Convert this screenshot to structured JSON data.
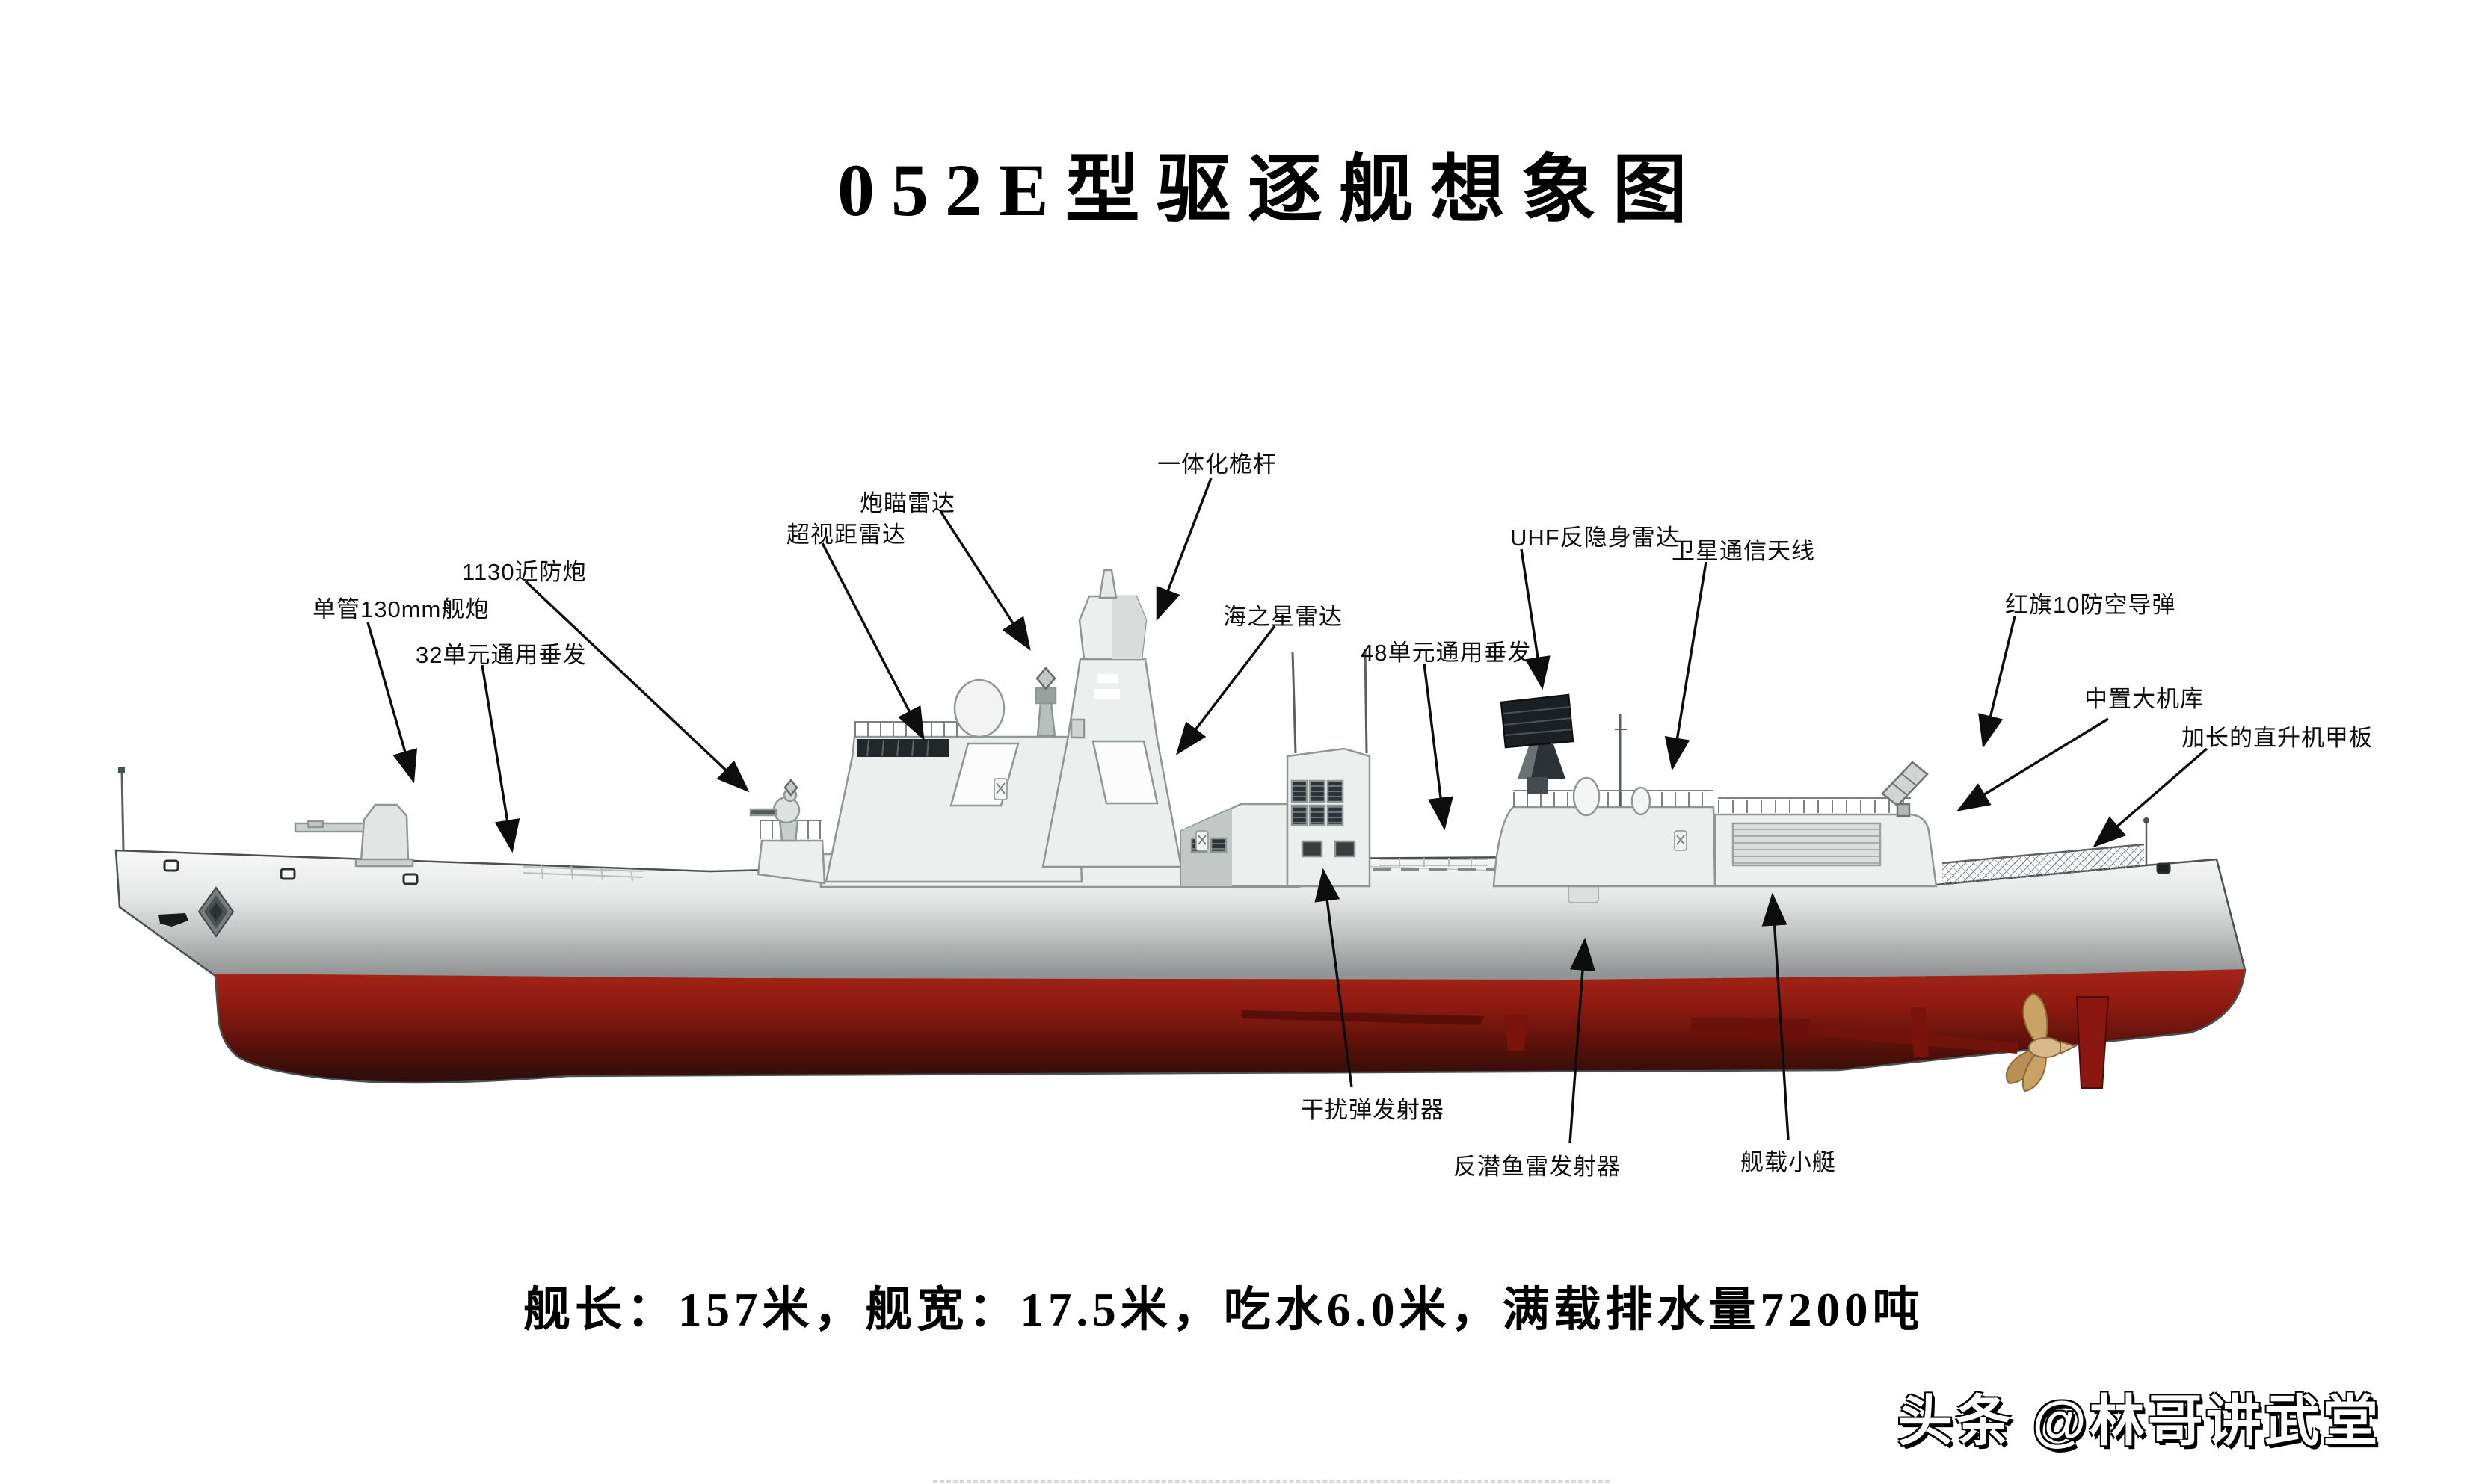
{
  "title": "052E型驱逐舰想象图",
  "spec_line": "舰长：157米，舰宽：17.5米，吃水6.0米，满载排水量7200吨",
  "watermark": "头条 @林哥讲武堂",
  "ship": {
    "type_label": "052E型驱逐舰 (concept side profile)",
    "hull_color_top": "#f5f6f5",
    "hull_color_mid": "#9a9d9d",
    "antifouling_red": "#8e1a10",
    "antifouling_dark": "#1d0e0a",
    "superstructure_color": "#edefee",
    "propeller_color": "#c9a265"
  },
  "annotations": {
    "gun_130mm": {
      "text": "单管130mm舰炮"
    },
    "vls_32": {
      "text": "32单元通用垂发"
    },
    "ciws_1130": {
      "text": "1130近防炮"
    },
    "oth_radar": {
      "text": "超视距雷达"
    },
    "gun_director_radar": {
      "text": "炮瞄雷达"
    },
    "integrated_mast": {
      "text": "一体化桅杆"
    },
    "sea_star_radar": {
      "text": "海之星雷达"
    },
    "vls_48": {
      "text": "48单元通用垂发"
    },
    "uhf_radar": {
      "text": "UHF反隐身雷达"
    },
    "satcom_antenna": {
      "text": "卫星通信天线"
    },
    "hq10_missile": {
      "text": "红旗10防空导弹"
    },
    "hangar": {
      "text": "中置大机库"
    },
    "helo_deck": {
      "text": "加长的直升机甲板"
    },
    "decoy_launcher": {
      "text": "干扰弹发射器"
    },
    "torpedo_launcher": {
      "text": "反潜鱼雷发射器"
    },
    "ship_boat": {
      "text": "舰载小艇"
    }
  }
}
